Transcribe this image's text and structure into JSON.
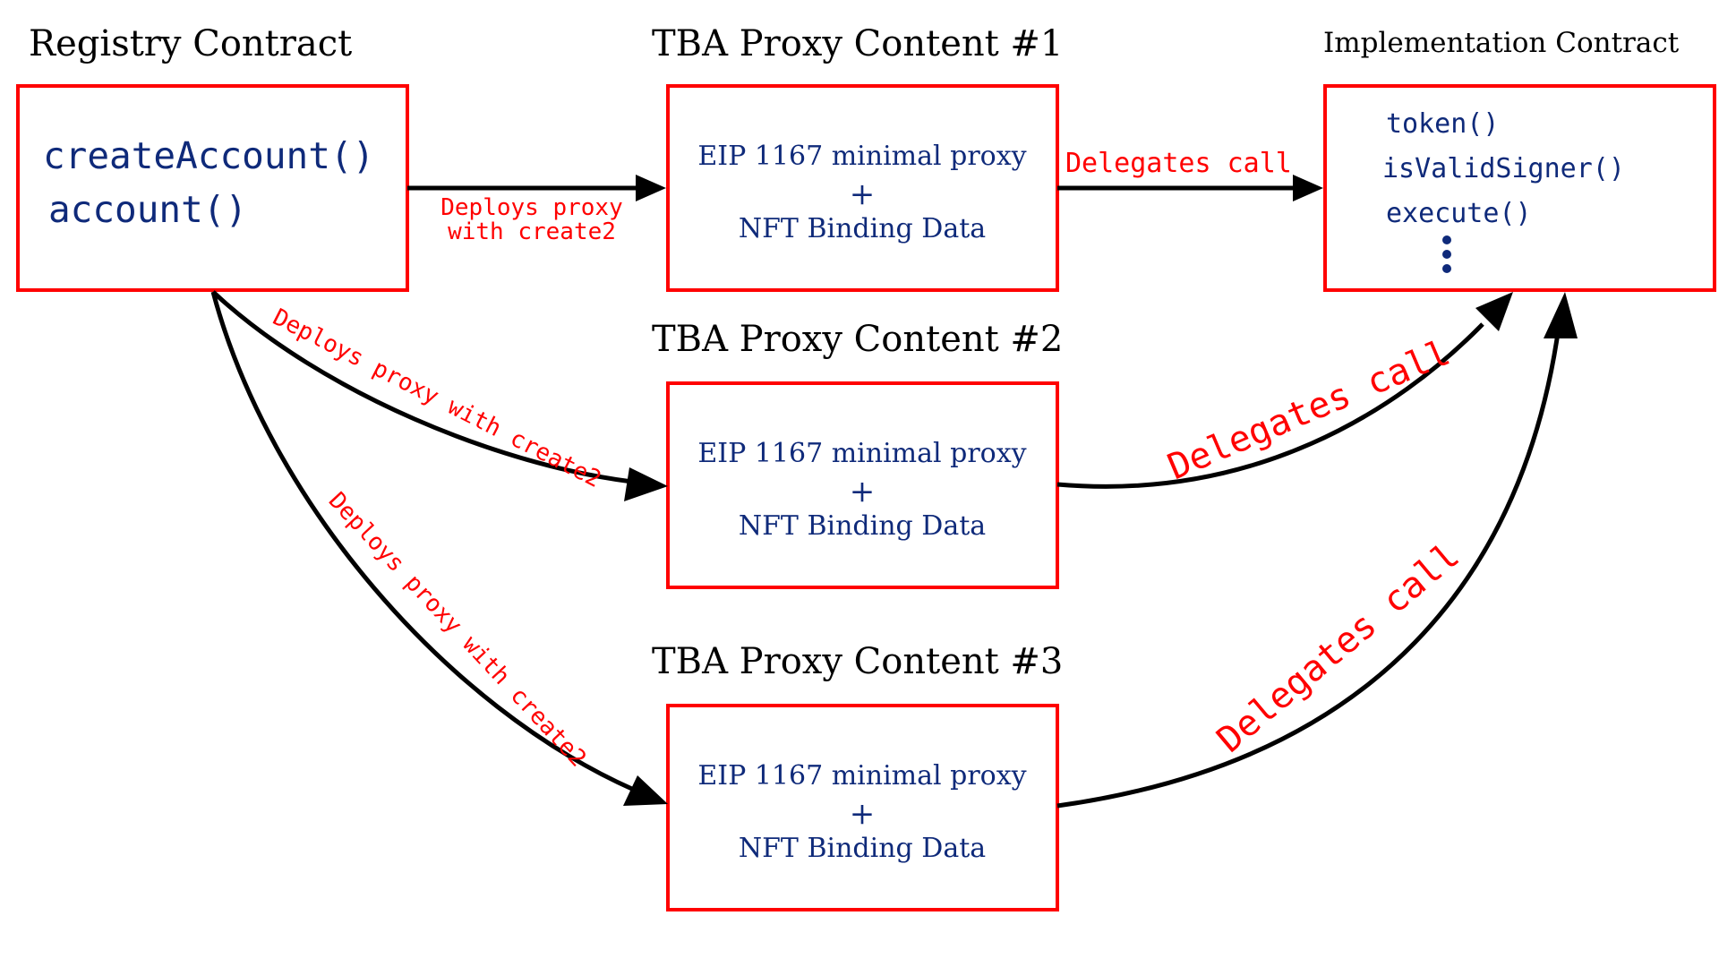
{
  "registry": {
    "title": "Registry Contract",
    "functions": [
      "createAccount()",
      "account()"
    ]
  },
  "proxies": [
    {
      "title": "TBA Proxy Content #1",
      "line1": "EIP 1167 minimal proxy",
      "plus": "+",
      "line2": "NFT Binding Data"
    },
    {
      "title": "TBA Proxy Content #2",
      "line1": "EIP 1167 minimal proxy",
      "plus": "+",
      "line2": "NFT Binding Data"
    },
    {
      "title": "TBA Proxy Content #3",
      "line1": "EIP 1167 minimal proxy",
      "plus": "+",
      "line2": "NFT Binding Data"
    }
  ],
  "implementation": {
    "title": "Implementation Contract",
    "functions": [
      "token()",
      "isValidSigner()",
      "execute()"
    ],
    "ellipsis": "⋮"
  },
  "edges": {
    "deploy_1": [
      "Deploys proxy",
      "with create2"
    ],
    "deploy_2": "Deploys proxy with create2",
    "deploy_3": "Deploys proxy with create2",
    "delegate_1": "Delegates call",
    "delegate_2": "Delegates call",
    "delegate_3": "Delegates call"
  },
  "colors": {
    "box_border": "#ff0000",
    "box_text": "#0f2a7a",
    "edge_label": "#ff0000",
    "edge": "#000000"
  }
}
